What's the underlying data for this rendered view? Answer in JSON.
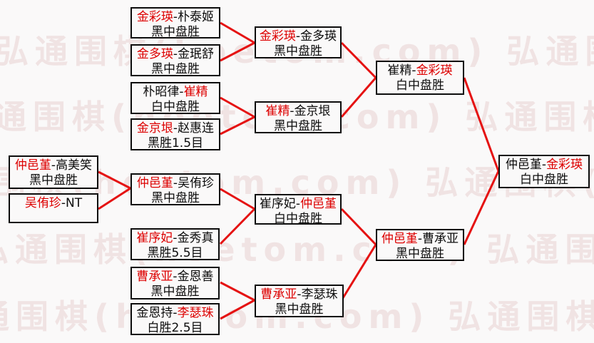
{
  "colors": {
    "background": "#faf9f9",
    "line": "#e51212",
    "winner_text": "#dd0000",
    "normal_text": "#0c0c0c",
    "box_border": "#0c0c0c"
  },
  "watermark": {
    "text": "弘通围棋(hoetom.com)",
    "text_repeated": "弘通围棋(hoetom.com) 弘通围棋(hoetom.com) 弘通围棋(hoetom.com)",
    "color": "#f0e3e3"
  },
  "matches": [
    {
      "p1": "金彩瑛",
      "dash": "-",
      "p2": "朴泰姬",
      "result": "黑中盘胜",
      "p1_color": "#dd0000",
      "p2_color": "#0c0c0c"
    },
    {
      "p1": "金多瑛",
      "dash": "-",
      "p2": "金珉舒",
      "result": "黑中盘胜",
      "p1_color": "#dd0000",
      "p2_color": "#0c0c0c"
    },
    {
      "p1": "朴昭律",
      "dash": "-",
      "p2": "崔精",
      "result": "白中盘胜",
      "p1_color": "#0c0c0c",
      "p2_color": "#dd0000"
    },
    {
      "p1": "金京垠",
      "dash": "-",
      "p2": "赵惠连",
      "result": "黑胜1.5目",
      "p1_color": "#dd0000",
      "p2_color": "#0c0c0c"
    },
    {
      "p1": "仲邑堇",
      "dash": "-",
      "p2": "高美笑",
      "result": "黑中盘胜",
      "p1_color": "#dd0000",
      "p2_color": "#0c0c0c"
    },
    {
      "p1": "吴侑珍",
      "dash": "-",
      "p2": "NT",
      "result": "",
      "p1_color": "#dd0000",
      "p2_color": "#0c0c0c"
    },
    {
      "p1": "仲邑堇",
      "dash": "-",
      "p2": "吴侑珍",
      "result": "黑中盘胜",
      "p1_color": "#dd0000",
      "p2_color": "#0c0c0c"
    },
    {
      "p1": "崔序妃",
      "dash": "-",
      "p2": "金秀真",
      "result": "黑胜5.5目",
      "p1_color": "#dd0000",
      "p2_color": "#0c0c0c"
    },
    {
      "p1": "曹承亚",
      "dash": "-",
      "p2": "金恩善",
      "result": "黑中盘胜",
      "p1_color": "#dd0000",
      "p2_color": "#0c0c0c"
    },
    {
      "p1": "金恩持",
      "dash": "-",
      "p2": "李瑟珠",
      "result": "白胜2.5目",
      "p1_color": "#0c0c0c",
      "p2_color": "#dd0000"
    },
    {
      "p1": "金彩瑛",
      "dash": "-",
      "p2": "金多瑛",
      "result": "黑中盘胜",
      "p1_color": "#dd0000",
      "p2_color": "#0c0c0c"
    },
    {
      "p1": "崔精",
      "dash": "-",
      "p2": "金京垠",
      "result": "黑中盘胜",
      "p1_color": "#dd0000",
      "p2_color": "#0c0c0c"
    },
    {
      "p1": "崔序妃",
      "dash": "-",
      "p2": "仲邑堇",
      "result": "白中盘胜",
      "p1_color": "#0c0c0c",
      "p2_color": "#dd0000"
    },
    {
      "p1": "曹承亚",
      "dash": "-",
      "p2": "李瑟珠",
      "result": "黑中盘胜",
      "p1_color": "#dd0000",
      "p2_color": "#0c0c0c"
    },
    {
      "p1": "崔精",
      "dash": "-",
      "p2": "金彩瑛",
      "result": "白中盘胜",
      "p1_color": "#0c0c0c",
      "p2_color": "#dd0000"
    },
    {
      "p1": "仲邑堇",
      "dash": "-",
      "p2": "曹承亚",
      "result": "黑中盘胜",
      "p1_color": "#dd0000",
      "p2_color": "#0c0c0c"
    },
    {
      "p1": "仲邑堇",
      "dash": "-",
      "p2": "金彩瑛",
      "result": "白中盘胜",
      "p1_color": "#0c0c0c",
      "p2_color": "#dd0000"
    }
  ]
}
